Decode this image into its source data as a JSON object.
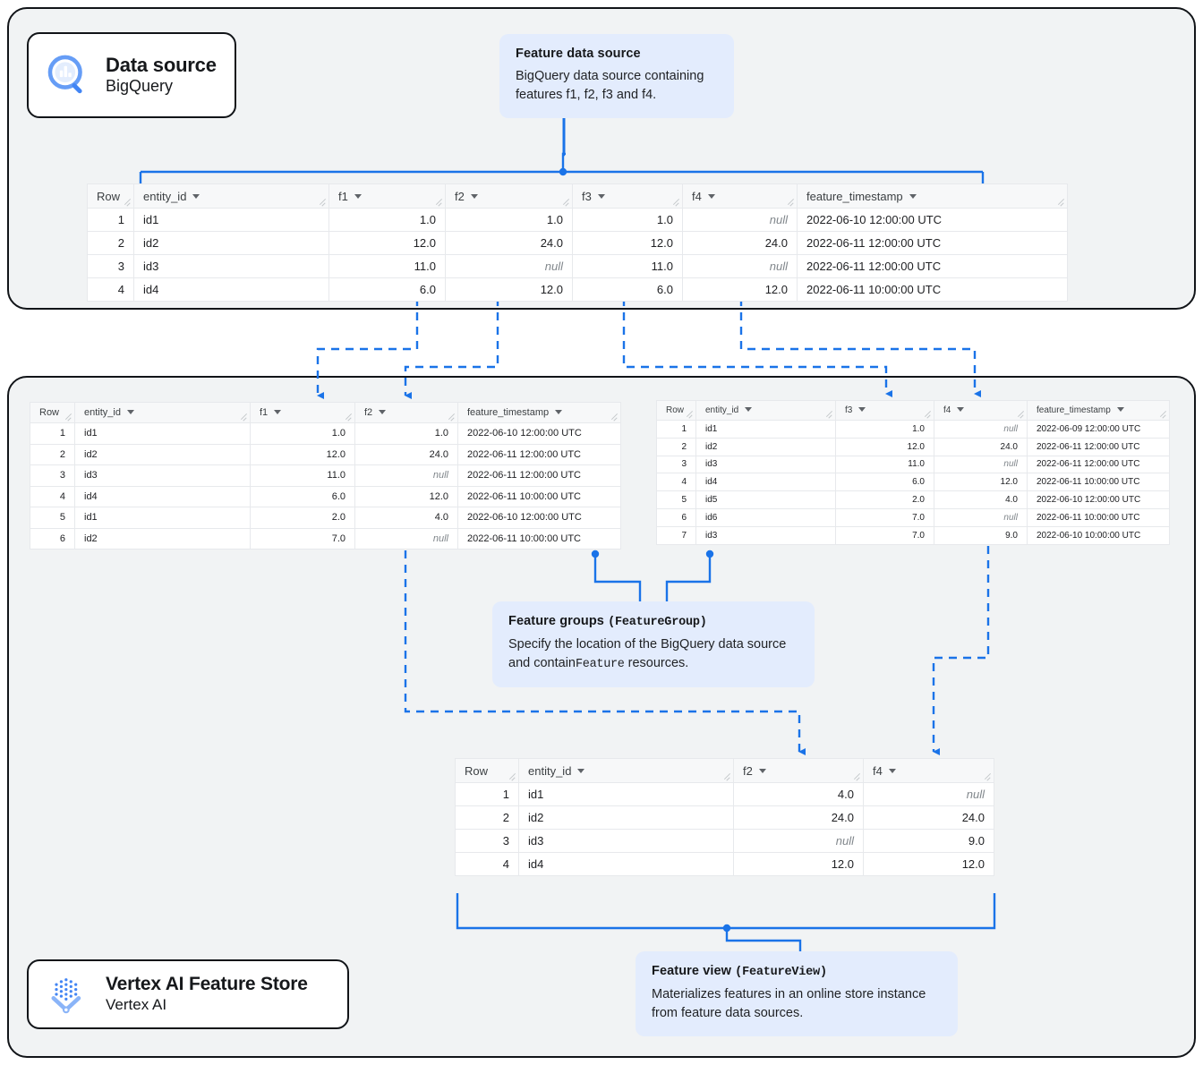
{
  "panels": {
    "data_source_panel": "Data source panel",
    "feature_store_panel": "Vertex AI Feature Store panel"
  },
  "cards": {
    "data_source": {
      "title": "Data source",
      "subtitle": "BigQuery",
      "icon": "bigquery-icon"
    },
    "feature_store": {
      "title": "Vertex AI Feature Store",
      "subtitle": "Vertex AI",
      "icon": "vertex-ai-feature-store-icon"
    }
  },
  "callouts": {
    "feature_data_source": {
      "title": "Feature data source",
      "body": "BigQuery data source containing features f1, f2, f3 and f4."
    },
    "feature_groups": {
      "title_plain": "Feature groups ",
      "title_mono": "(FeatureGroup)",
      "body_a": "Specify the location of the BigQuery data source and contain",
      "body_mono": "Feature",
      "body_b": " resources."
    },
    "feature_view": {
      "title_plain": "Feature view ",
      "title_mono": "(FeatureView)",
      "body": "Materializes features in an online store instance from feature data sources."
    }
  },
  "colors": {
    "accent_blue": "#1a73e8",
    "callout_bg": "#e3ecfd",
    "panel_bg": "#f1f3f4",
    "panel_border": "#111418",
    "table_header_bg": "#f7f8f9",
    "null_text": "#80868b"
  },
  "tables": {
    "source": {
      "name": "feature-data-source-table",
      "columns": [
        "Row",
        "entity_id",
        "f1",
        "f2",
        "f3",
        "f4",
        "feature_timestamp"
      ],
      "rows": [
        {
          "row": "1",
          "entity_id": "id1",
          "f1": "1.0",
          "f2": "1.0",
          "f3": "1.0",
          "f4": "null",
          "feature_timestamp": "2022-06-10 12:00:00 UTC"
        },
        {
          "row": "2",
          "entity_id": "id2",
          "f1": "12.0",
          "f2": "24.0",
          "f3": "12.0",
          "f4": "24.0",
          "feature_timestamp": "2022-06-11 12:00:00 UTC"
        },
        {
          "row": "3",
          "entity_id": "id3",
          "f1": "11.0",
          "f2": "null",
          "f3": "11.0",
          "f4": "null",
          "feature_timestamp": "2022-06-11 12:00:00 UTC"
        },
        {
          "row": "4",
          "entity_id": "id4",
          "f1": "6.0",
          "f2": "12.0",
          "f3": "6.0",
          "f4": "12.0",
          "feature_timestamp": "2022-06-11 10:00:00 UTC"
        }
      ]
    },
    "feature_group_1": {
      "name": "feature-group-1-table",
      "columns": [
        "Row",
        "entity_id",
        "f1",
        "f2",
        "feature_timestamp"
      ],
      "rows": [
        {
          "row": "1",
          "entity_id": "id1",
          "f1": "1.0",
          "f2": "1.0",
          "feature_timestamp": "2022-06-10 12:00:00 UTC"
        },
        {
          "row": "2",
          "entity_id": "id2",
          "f1": "12.0",
          "f2": "24.0",
          "feature_timestamp": "2022-06-11 12:00:00 UTC"
        },
        {
          "row": "3",
          "entity_id": "id3",
          "f1": "11.0",
          "f2": "null",
          "feature_timestamp": "2022-06-11 12:00:00 UTC"
        },
        {
          "row": "4",
          "entity_id": "id4",
          "f1": "6.0",
          "f2": "12.0",
          "feature_timestamp": "2022-06-11 10:00:00 UTC"
        },
        {
          "row": "5",
          "entity_id": "id1",
          "f1": "2.0",
          "f2": "4.0",
          "feature_timestamp": "2022-06-10 12:00:00 UTC"
        },
        {
          "row": "6",
          "entity_id": "id2",
          "f1": "7.0",
          "f2": "null",
          "feature_timestamp": "2022-06-11 10:00:00 UTC"
        }
      ]
    },
    "feature_group_2": {
      "name": "feature-group-2-table",
      "columns": [
        "Row",
        "entity_id",
        "f3",
        "f4",
        "feature_timestamp"
      ],
      "rows": [
        {
          "row": "1",
          "entity_id": "id1",
          "f3": "1.0",
          "f4": "null",
          "feature_timestamp": "2022-06-09 12:00:00 UTC"
        },
        {
          "row": "2",
          "entity_id": "id2",
          "f3": "12.0",
          "f4": "24.0",
          "feature_timestamp": "2022-06-11 12:00:00 UTC"
        },
        {
          "row": "3",
          "entity_id": "id3",
          "f3": "11.0",
          "f4": "null",
          "feature_timestamp": "2022-06-11 12:00:00 UTC"
        },
        {
          "row": "4",
          "entity_id": "id4",
          "f3": "6.0",
          "f4": "12.0",
          "feature_timestamp": "2022-06-11 10:00:00 UTC"
        },
        {
          "row": "5",
          "entity_id": "id5",
          "f3": "2.0",
          "f4": "4.0",
          "feature_timestamp": "2022-06-10 12:00:00 UTC"
        },
        {
          "row": "6",
          "entity_id": "id6",
          "f3": "7.0",
          "f4": "null",
          "feature_timestamp": "2022-06-11 10:00:00 UTC"
        },
        {
          "row": "7",
          "entity_id": "id3",
          "f3": "7.0",
          "f4": "9.0",
          "feature_timestamp": "2022-06-10 10:00:00 UTC"
        }
      ]
    },
    "feature_view": {
      "name": "feature-view-table",
      "columns": [
        "Row",
        "entity_id",
        "f2",
        "f4"
      ],
      "rows": [
        {
          "row": "1",
          "entity_id": "id1",
          "f2": "4.0",
          "f4": "null"
        },
        {
          "row": "2",
          "entity_id": "id2",
          "f2": "24.0",
          "f4": "24.0"
        },
        {
          "row": "3",
          "entity_id": "id3",
          "f2": "null",
          "f4": "9.0"
        },
        {
          "row": "4",
          "entity_id": "id4",
          "f2": "12.0",
          "f4": "12.0"
        }
      ]
    }
  }
}
